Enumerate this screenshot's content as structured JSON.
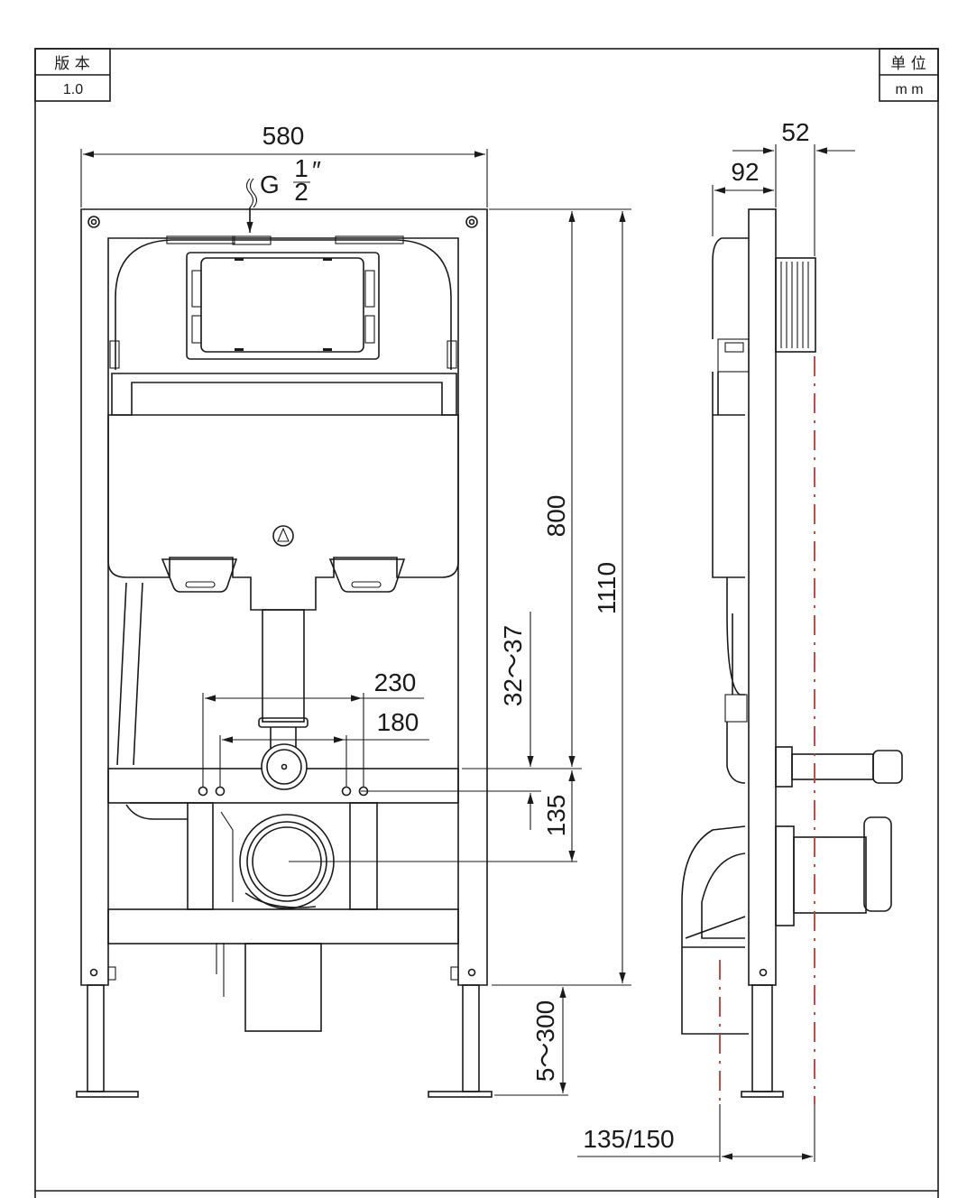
{
  "title_block": {
    "version_label": "版 本",
    "version_value": "1.0",
    "unit_label": "单 位",
    "unit_value": "m m"
  },
  "front_view": {
    "width_dim": "580",
    "inlet_label": "G",
    "inlet_fraction_num": "1",
    "inlet_fraction_den": "2",
    "inlet_prime": "″",
    "tank_height_dim": "800",
    "total_height_dim": "1110",
    "stud_spacing_outer": "230",
    "stud_spacing_inner": "180",
    "stud_offset_dim": "32～37",
    "drain_offset_dim": "135",
    "leg_adjust_dim": "5～300"
  },
  "side_view": {
    "outer_depth_dim": "52",
    "inner_depth_dim": "92",
    "wall_offset_dim": "135/150"
  },
  "colors": {
    "line": "#1a1a1a",
    "centerline": "#c0392b",
    "background": "#ffffff"
  }
}
